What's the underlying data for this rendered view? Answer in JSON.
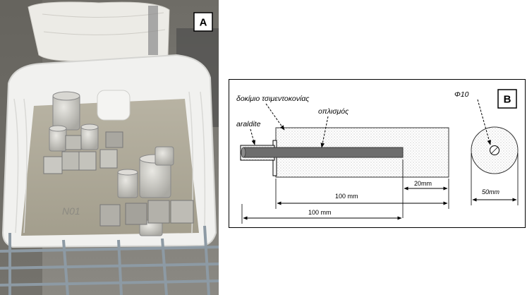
{
  "photo": {
    "panel_label": "A",
    "bag_label": "Ν01"
  },
  "diagram": {
    "panel_label": "B",
    "specimen_label": "δοκίμιο τσιμεντοκονίας",
    "rebar_label": "οπλισμός",
    "araldite_label": "araldite",
    "diameter_label": "Φ10",
    "dim_embedded": "100 mm",
    "dim_end_cover": "20mm",
    "dim_protrusion": "100 mm",
    "dim_specimen_diameter": "50mm"
  }
}
